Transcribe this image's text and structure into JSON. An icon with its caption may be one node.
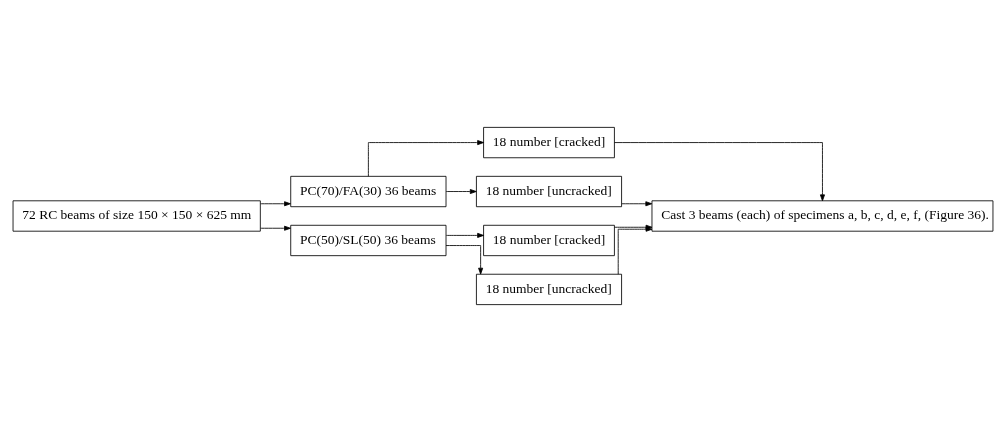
{
  "diagram": {
    "nodes": [
      {
        "text": [
          "72 RC beams of size 150 × 150 × 625 mm"
        ]
      },
      {
        "text": [
          "PC(70)/FA(30) 36 beams"
        ]
      },
      {
        "text": [
          "PC(50)/SL(50) 36 beams"
        ]
      },
      {
        "text": [
          "18 number [cracked]"
        ]
      },
      {
        "text": [
          "18 number [uncracked]"
        ]
      },
      {
        "text": [
          "18 number [cracked]"
        ]
      },
      {
        "text": [
          "18 number [uncracked]"
        ]
      },
      {
        "text": [
          "Cast 3 beams (each) of specimens a, b, c, d, e, f, (Figure 36)."
        ]
      }
    ],
    "edges": [
      {
        "from": 0,
        "to": 1,
        "arrow": "to"
      },
      {
        "from": 0,
        "to": 2,
        "arrow": "to"
      },
      {
        "from": 1,
        "to": 3,
        "arrow": "to"
      },
      {
        "from": 1,
        "to": 4,
        "arrow": "to"
      },
      {
        "from": 2,
        "to": 5,
        "arrow": "to"
      },
      {
        "from": 2,
        "to": 6,
        "arrow": "to"
      },
      {
        "from": 3,
        "to": 7,
        "arrow": "to"
      },
      {
        "from": 4,
        "to": 7,
        "arrow": "to"
      },
      {
        "from": 5,
        "to": 7,
        "arrow": "to"
      },
      {
        "from": 6,
        "to": 7,
        "arrow": "to"
      }
    ]
  }
}
